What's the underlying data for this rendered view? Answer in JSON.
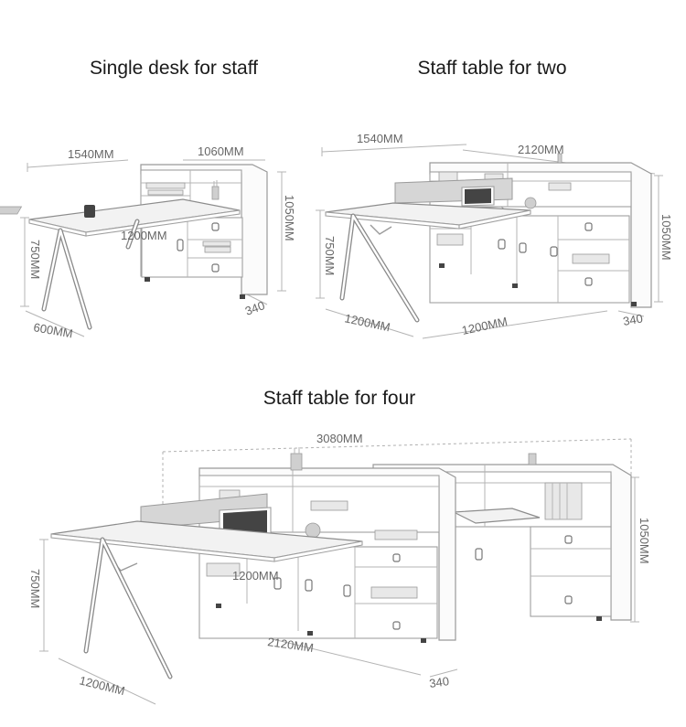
{
  "titles": {
    "single": "Single desk for staff",
    "two": "Staff table for two",
    "four": "Staff table for four"
  },
  "dims": {
    "single": {
      "width": "1540MM",
      "cabinet_length": "1060MM",
      "height": "1050MM",
      "desk_height": "750MM",
      "desk_depth": "600MM",
      "desk_length": "1200MM",
      "cabinet_depth": "340"
    },
    "two": {
      "width": "1540MM",
      "cabinet_length": "2120MM",
      "height": "1050MM",
      "desk_height": "750MM",
      "desk_length": "1200MM",
      "total_length": "1200MM",
      "cabinet_depth": "340"
    },
    "four": {
      "total_width": "3080MM",
      "height": "1050MM",
      "desk_height": "750MM",
      "desk_length": "1200MM",
      "cabinet_length": "2120MM",
      "depth": "1200MM",
      "cabinet_depth": "340"
    }
  },
  "colors": {
    "line": "#9a9a9a",
    "text": "#1a1a1a",
    "dim_text": "#666666"
  }
}
